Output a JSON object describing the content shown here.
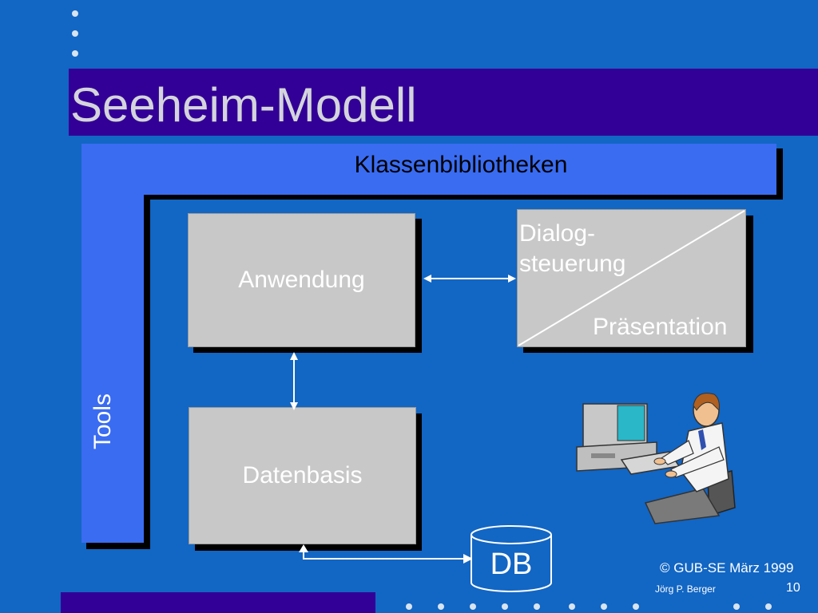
{
  "slide": {
    "title": "Seeheim-Modell",
    "layers": {
      "class_libraries": "Klassenbibliotheken",
      "tools": "Tools"
    },
    "boxes": {
      "application": "Anwendung",
      "dialog_control": [
        "Dialog-",
        "steuerung"
      ],
      "presentation": "Präsentation",
      "database_layer": "Datenbasis",
      "db": "DB"
    },
    "footer": {
      "copyright": "© GUB-SE März 1999",
      "author": "Jörg P. Berger",
      "page_number": "10"
    }
  }
}
